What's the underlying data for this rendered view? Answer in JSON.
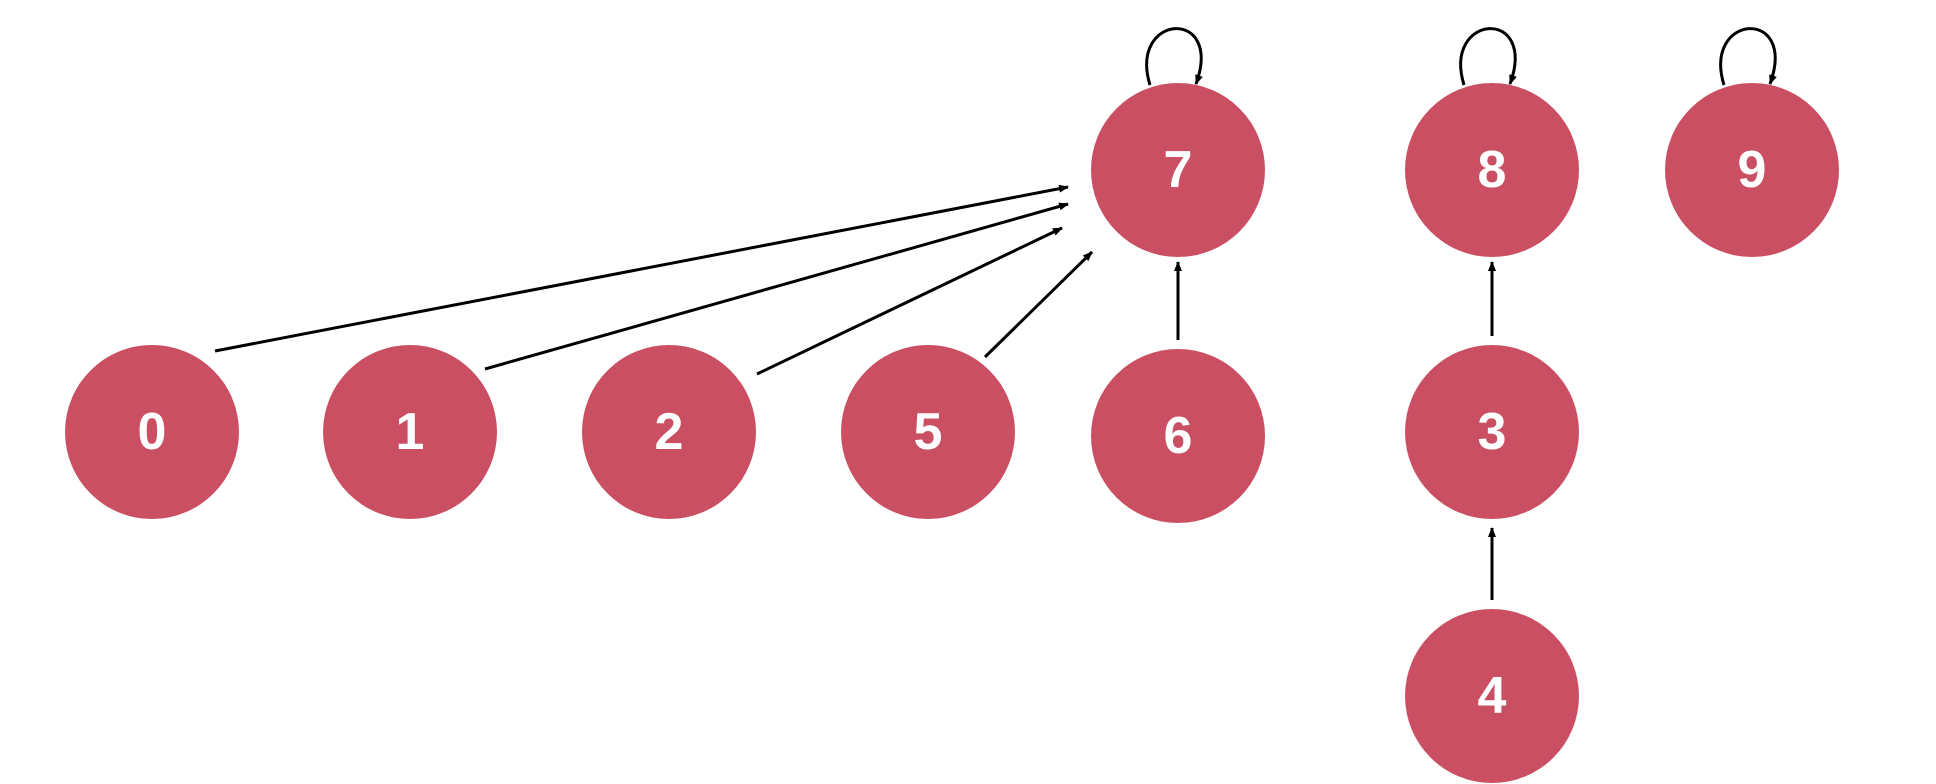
{
  "diagram": {
    "nodes": [
      {
        "id": "0",
        "label": "0"
      },
      {
        "id": "1",
        "label": "1"
      },
      {
        "id": "2",
        "label": "2"
      },
      {
        "id": "5",
        "label": "5"
      },
      {
        "id": "6",
        "label": "6"
      },
      {
        "id": "7",
        "label": "7"
      },
      {
        "id": "8",
        "label": "8"
      },
      {
        "id": "3",
        "label": "3"
      },
      {
        "id": "4",
        "label": "4"
      },
      {
        "id": "9",
        "label": "9"
      }
    ],
    "edges": [
      {
        "from": "0",
        "to": "7"
      },
      {
        "from": "1",
        "to": "7"
      },
      {
        "from": "2",
        "to": "7"
      },
      {
        "from": "5",
        "to": "7"
      },
      {
        "from": "6",
        "to": "7"
      },
      {
        "from": "3",
        "to": "8"
      },
      {
        "from": "4",
        "to": "3"
      },
      {
        "from": "7",
        "to": "7"
      },
      {
        "from": "8",
        "to": "8"
      },
      {
        "from": "9",
        "to": "9"
      }
    ],
    "colors": {
      "node_fill": "#cb4f62",
      "node_label": "#ffffff",
      "edge": "#000000"
    }
  }
}
